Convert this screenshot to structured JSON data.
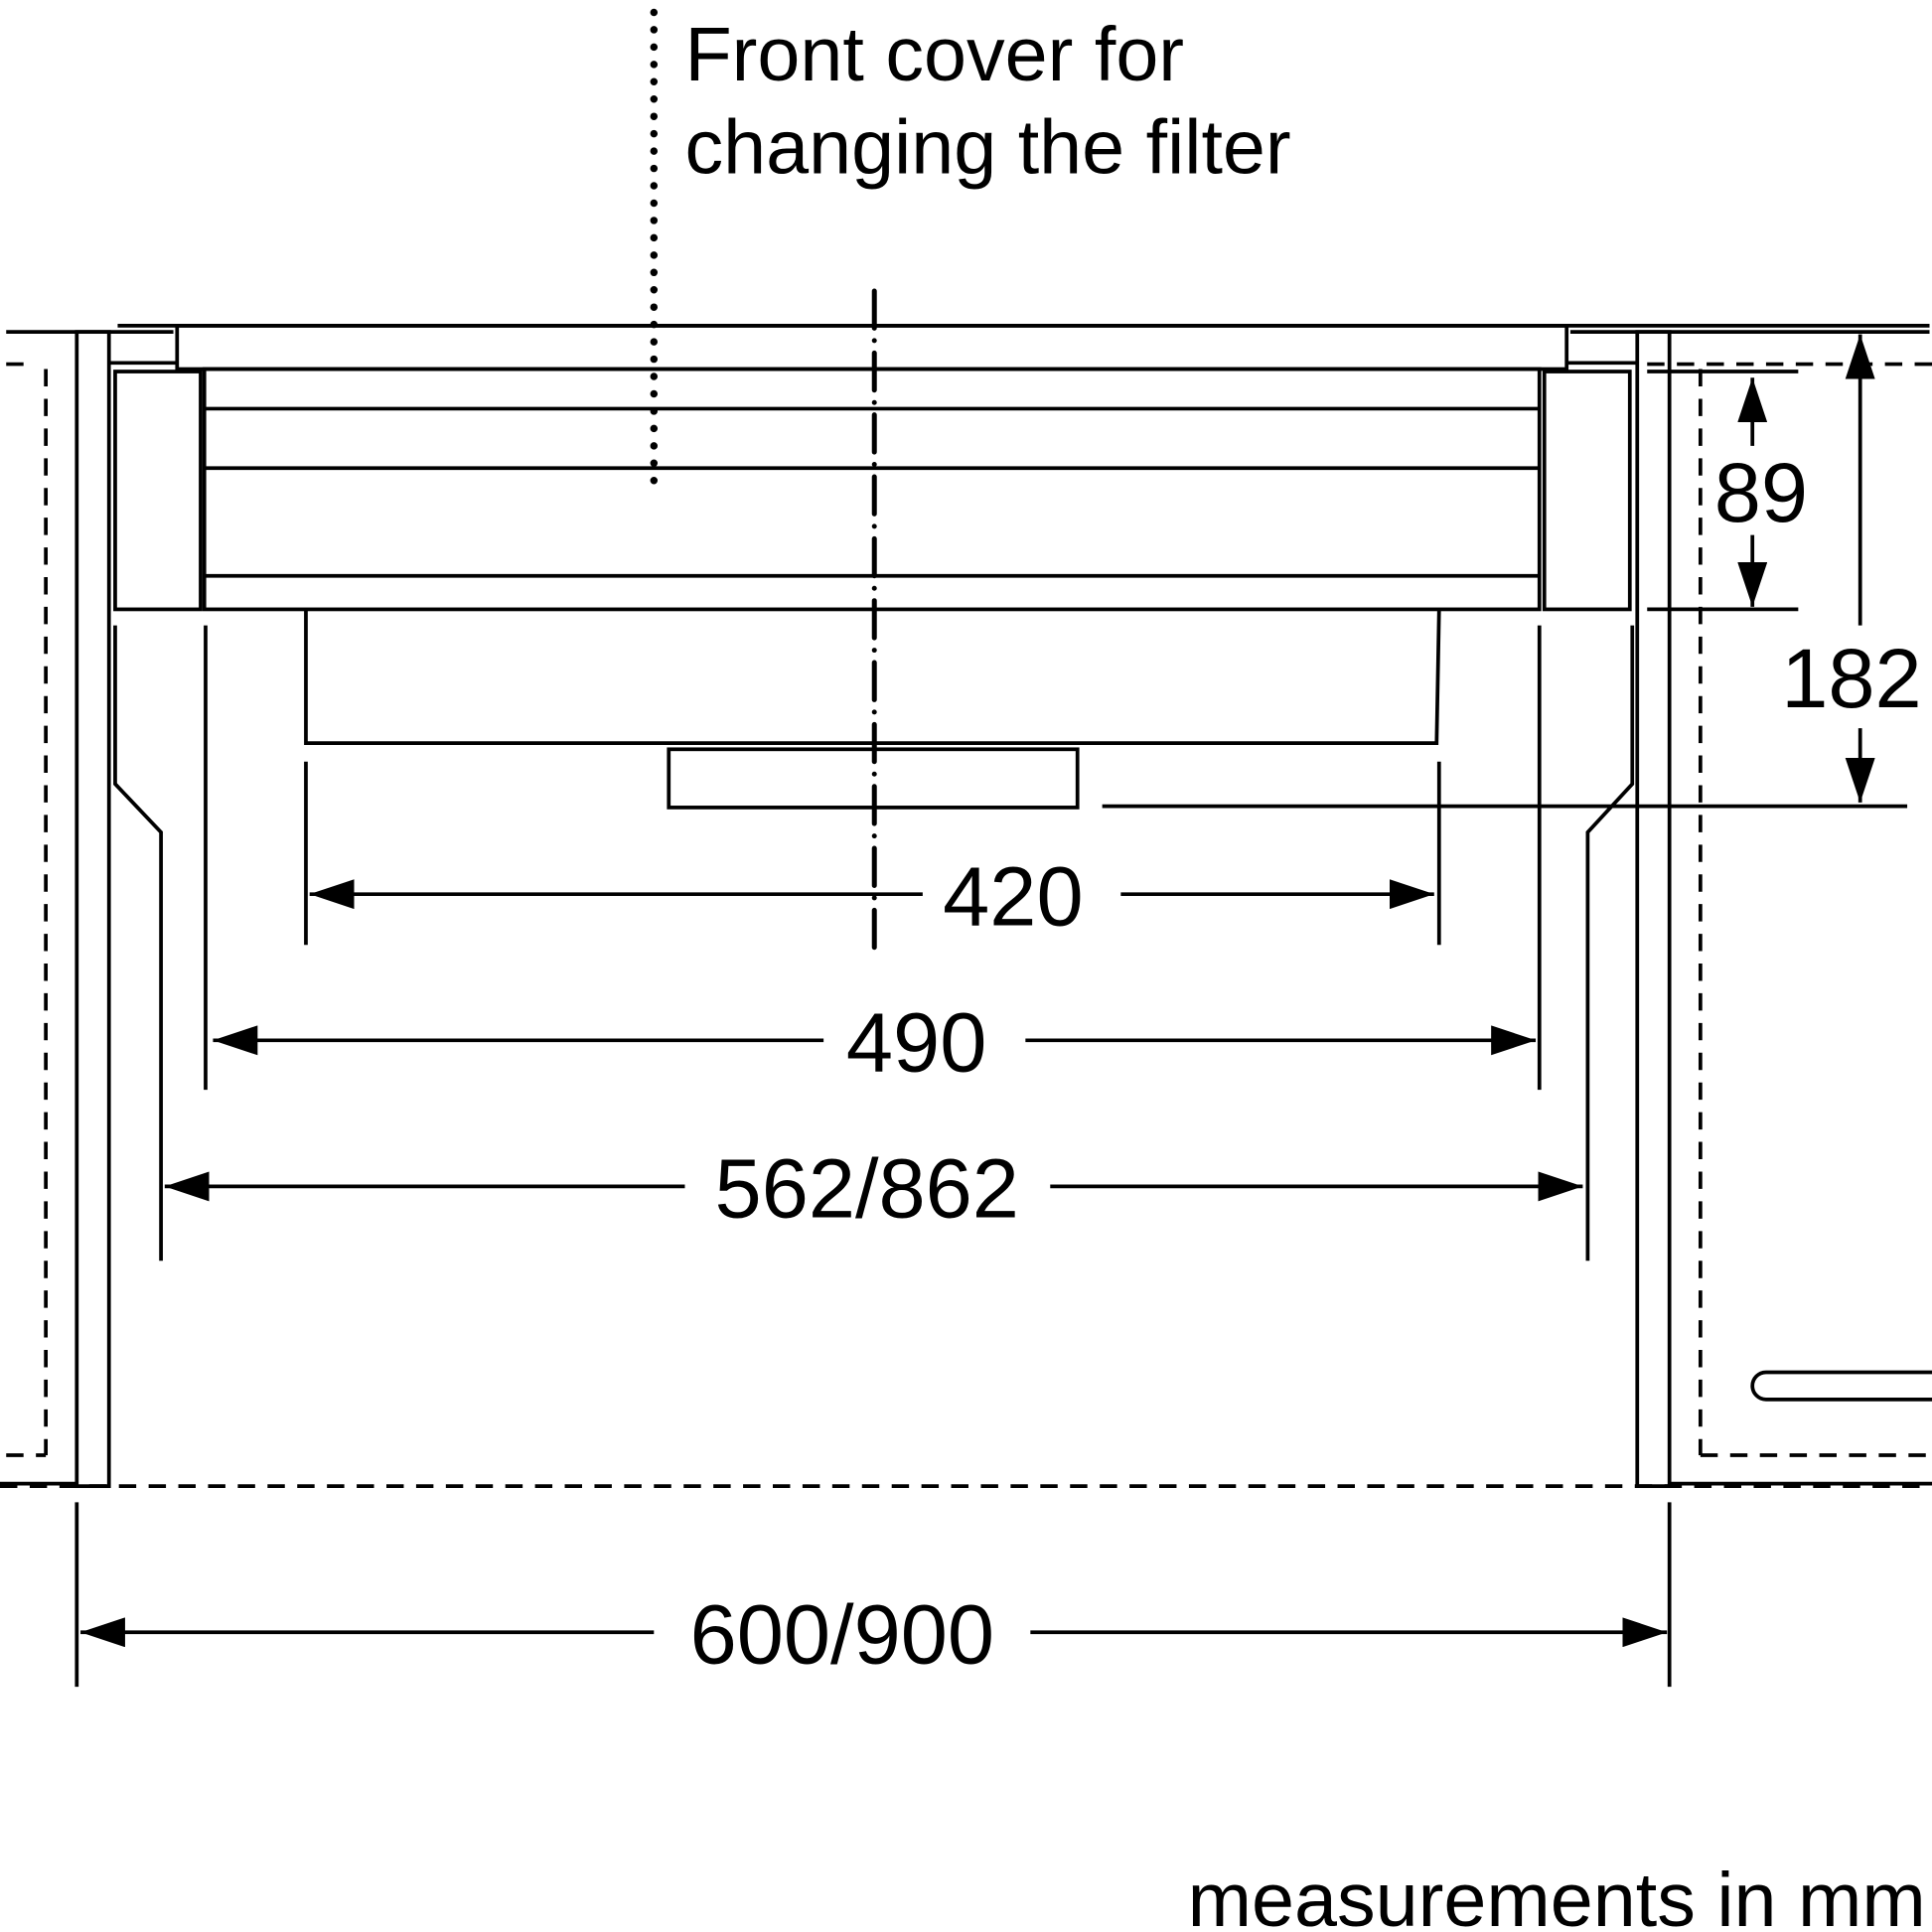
{
  "label": {
    "line1": "Front cover for",
    "line2": "changing the filter"
  },
  "dimensions": {
    "d420": "420",
    "d490": "490",
    "d562": "562/862",
    "d600": "600/900",
    "d89": "89",
    "d182": "182"
  },
  "units_note": "measurements in mm"
}
